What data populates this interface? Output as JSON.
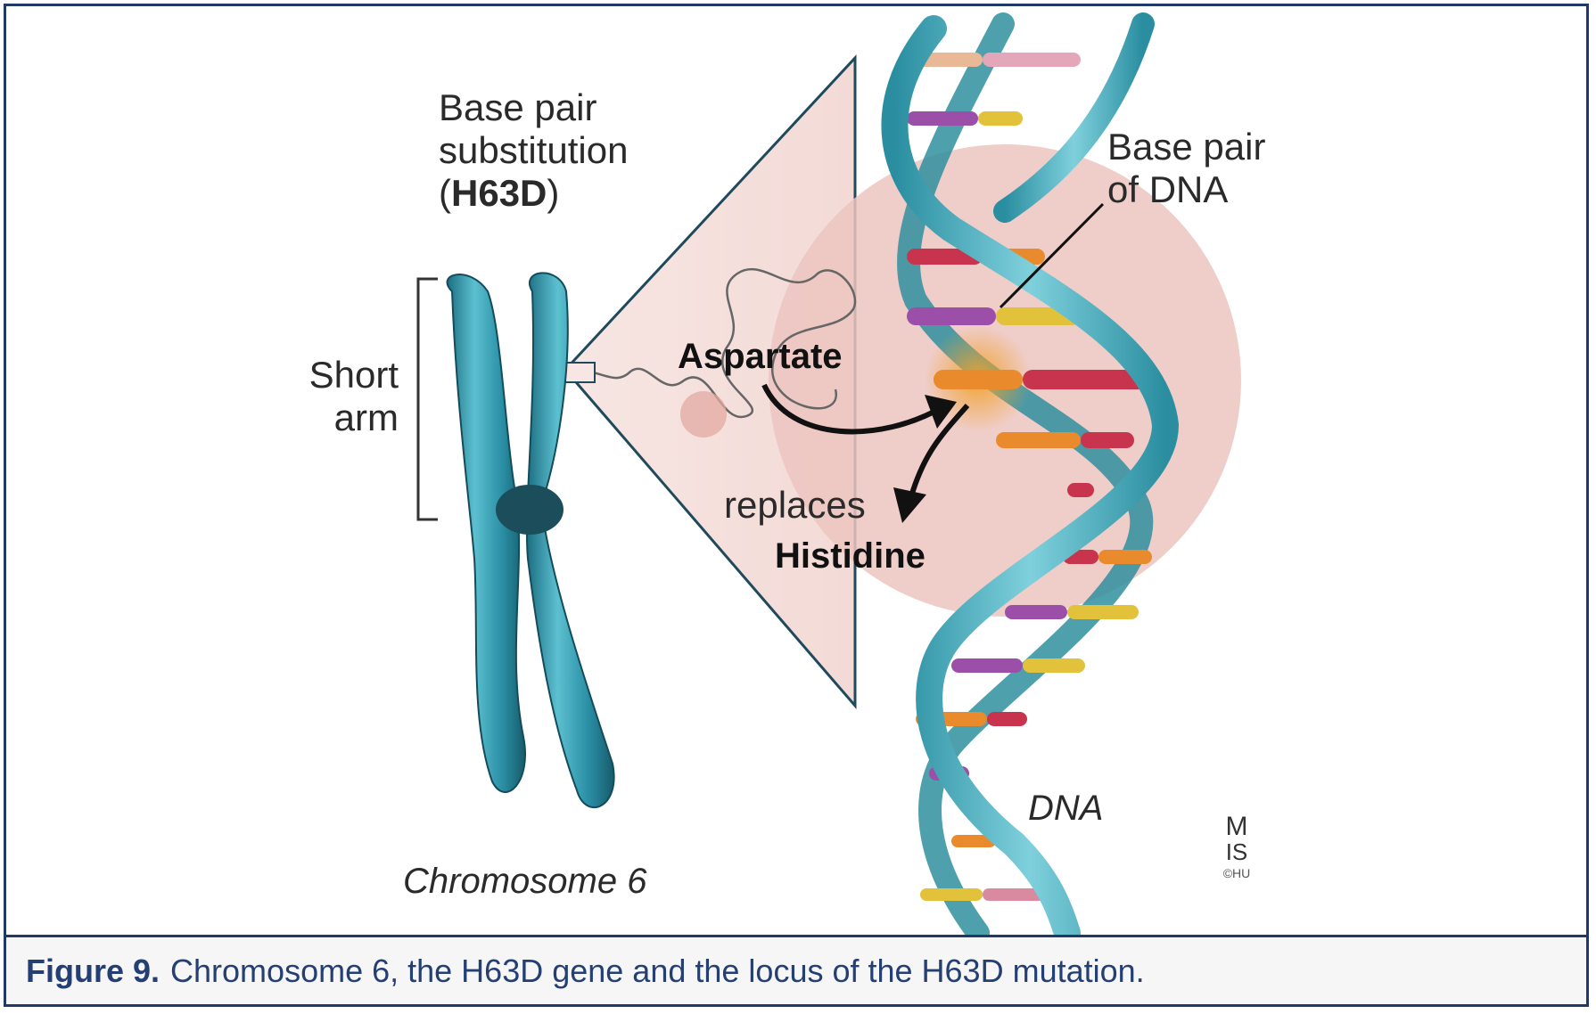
{
  "diagram": {
    "label_substitution": [
      "Base pair",
      "substitution"
    ],
    "label_mutation": "H63D",
    "label_short_arm": [
      "Short",
      "arm"
    ],
    "label_chromosome": "Chromosome 6",
    "label_aspartate": "Aspartate",
    "label_replaces": "replaces",
    "label_histidine": "Histidine",
    "label_base_pair": [
      "Base pair",
      "of DNA"
    ],
    "label_dna": "DNA",
    "signature": [
      "M",
      "IS",
      "©HU"
    ]
  },
  "colors": {
    "chromosome": "#2b8fa6",
    "helix": "#3fa8b8",
    "halo": "#ecc4bf",
    "border": "#1f3a66",
    "base_purple": "#9b4fa8",
    "base_yellow": "#e2c13b",
    "base_orange": "#e98a2c",
    "base_red": "#c8344e",
    "base_pink": "#d98aa0"
  },
  "caption": {
    "lead": "Figure 9.",
    "text": "Chromosome 6, the H63D gene and the locus of the H63D mutation."
  }
}
